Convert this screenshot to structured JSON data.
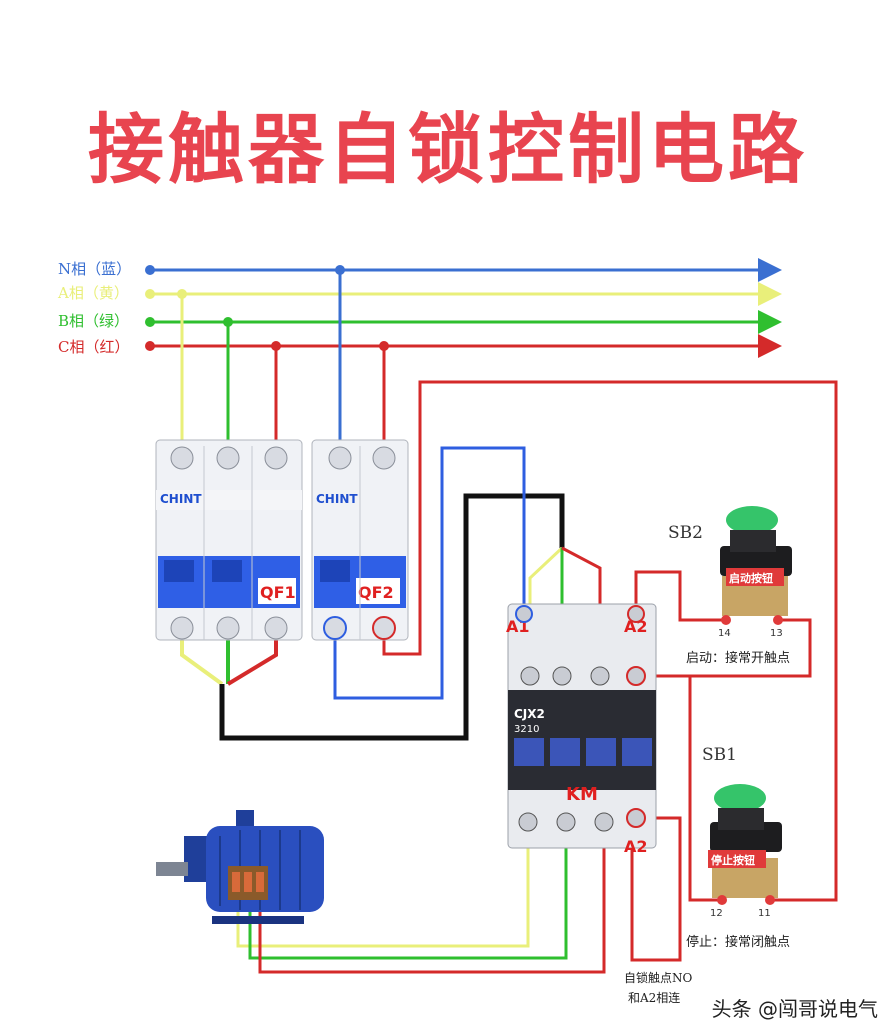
{
  "title": "接触器自锁控制电路",
  "phases": [
    {
      "label": "N相（蓝）",
      "color": "#3a6fd1"
    },
    {
      "label": "A相（黄）",
      "color": "#e9ef7a"
    },
    {
      "label": "B相（绿）",
      "color": "#2fbf2f"
    },
    {
      "label": "C相（红）",
      "color": "#d42a2a"
    }
  ],
  "components": {
    "qf1": {
      "label": "QF1",
      "brand": "CHINT"
    },
    "qf2": {
      "label": "QF2",
      "brand": "CHINT"
    },
    "contactor": {
      "label": "KM",
      "brand": "CJX2",
      "model": "3210",
      "a1": "A1",
      "a2_top": "A2",
      "a2_bottom": "A2"
    },
    "sb2": {
      "label": "SB2",
      "plate": "启动按钮",
      "pins": [
        "14",
        "13"
      ],
      "note": "启动：接常开触点"
    },
    "sb1": {
      "label": "SB1",
      "plate": "停止按钮",
      "pins": [
        "12",
        "11"
      ],
      "note": "停止：接常闭触点"
    },
    "self_lock_note_1": "自锁触点NO",
    "self_lock_note_2": "和A2相连"
  },
  "wire_colors": {
    "black": "#111111",
    "button_green": "#35c46a",
    "breaker_blue": "#2e5ee0",
    "qf_label_red": "#e02020"
  },
  "watermark": "头条 @闯哥说电气"
}
